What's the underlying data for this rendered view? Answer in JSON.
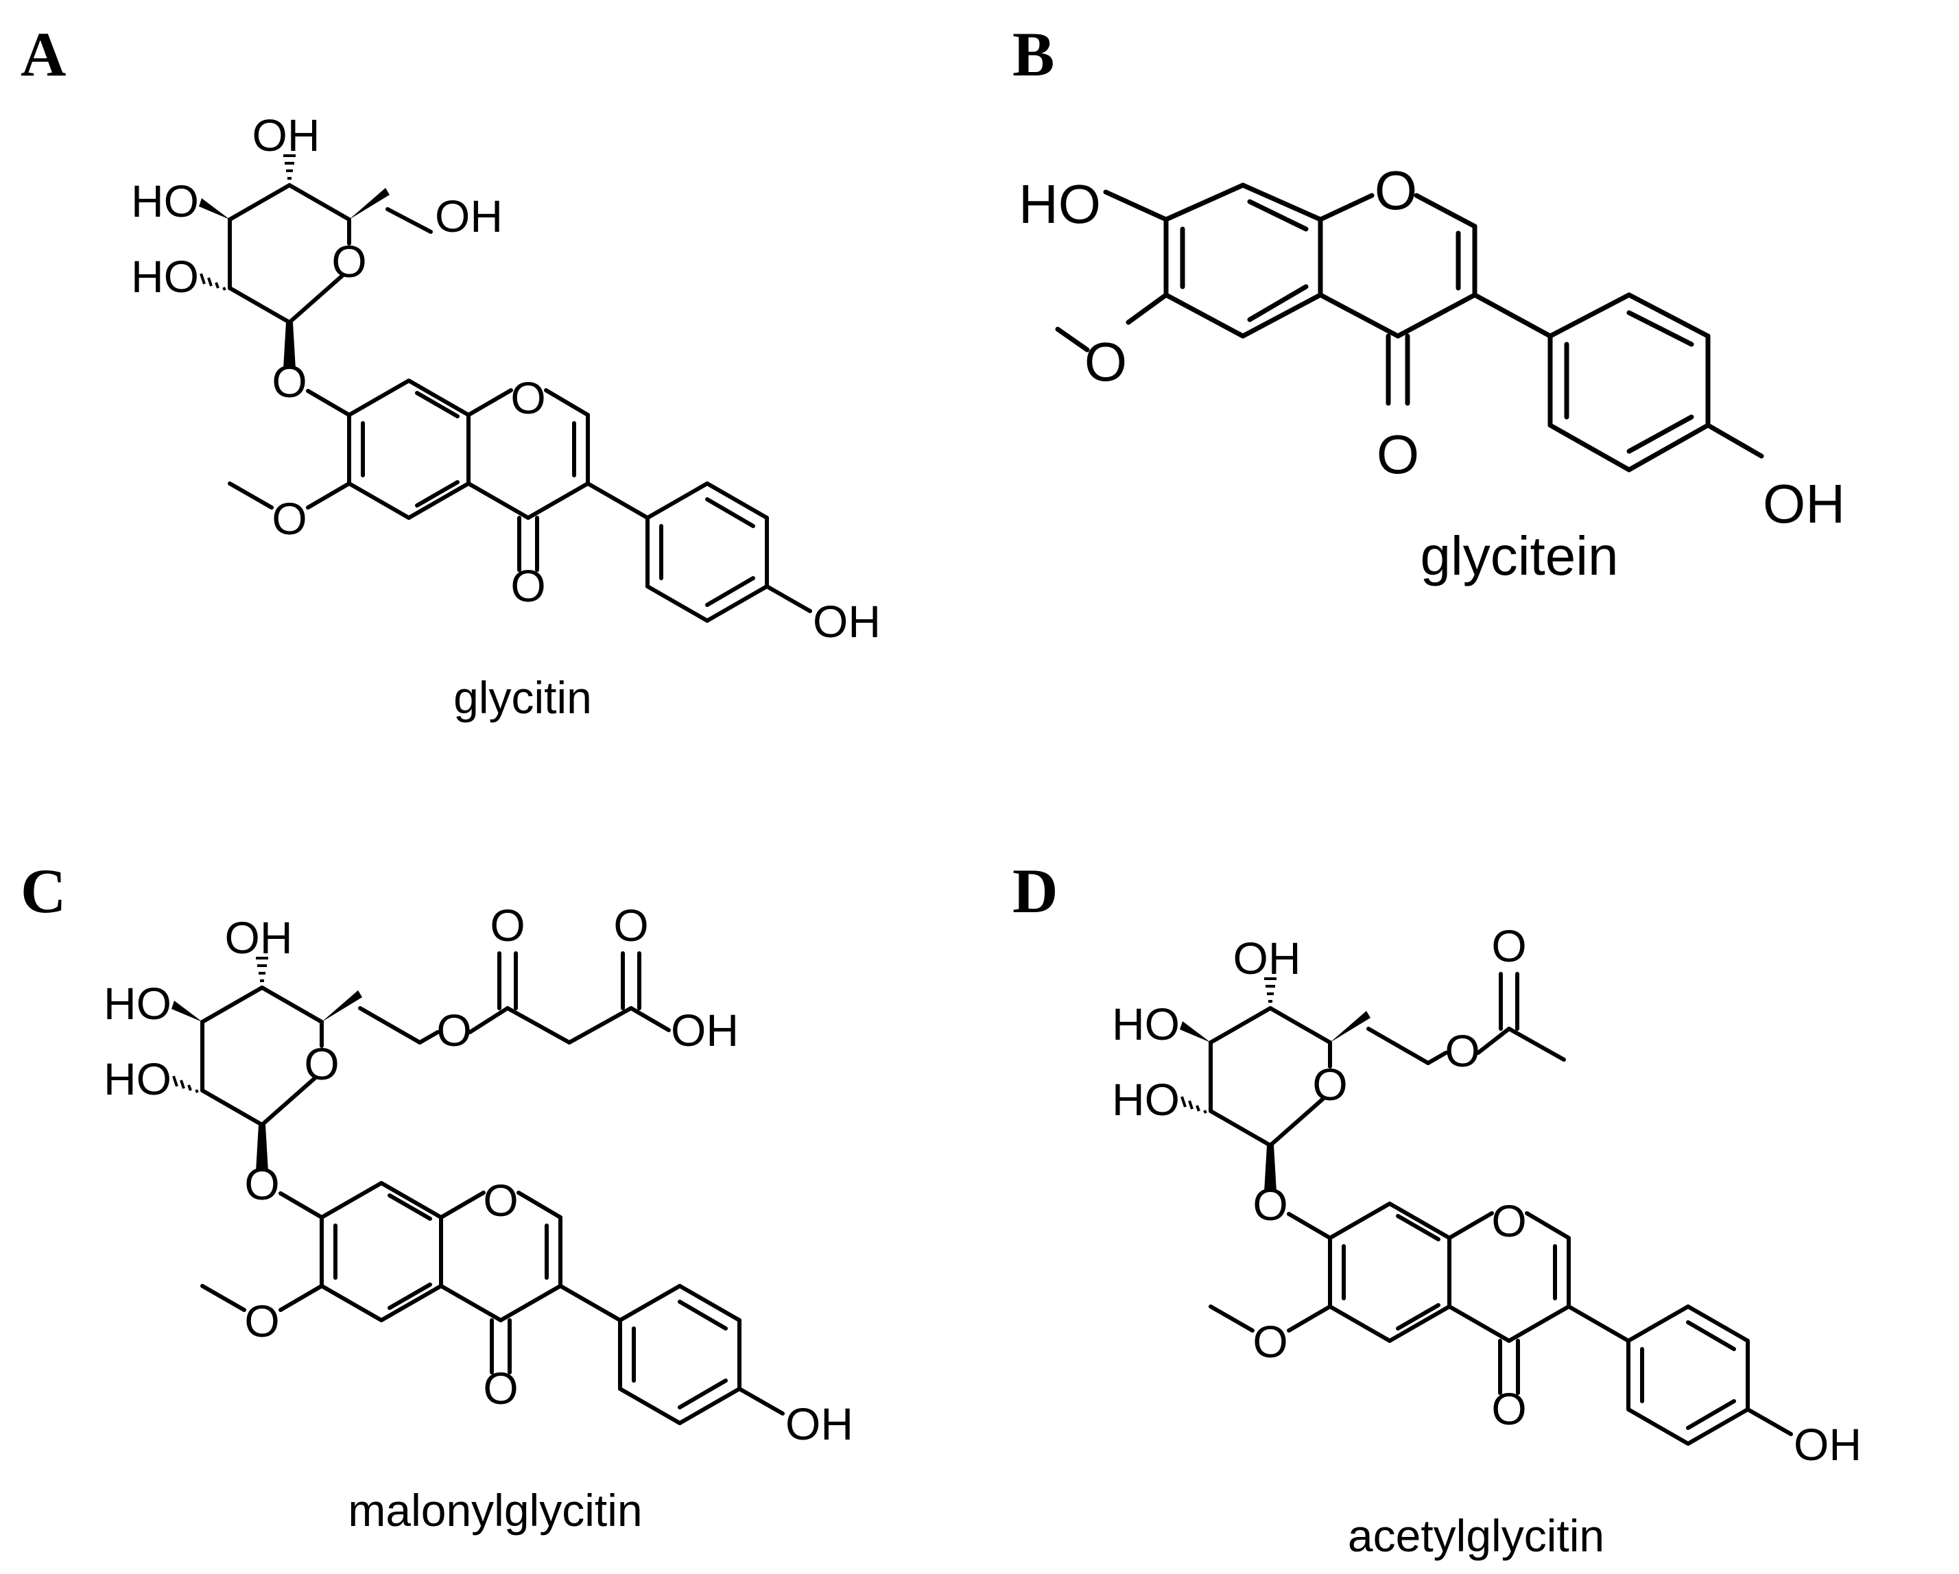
{
  "panels": [
    {
      "id": "A",
      "label": "A",
      "compound": "glycitin"
    },
    {
      "id": "B",
      "label": "B",
      "compound": "glycitein"
    },
    {
      "id": "C",
      "label": "C",
      "compound": "malonylglycitin"
    },
    {
      "id": "D",
      "label": "D",
      "compound": "acetylglycitin"
    }
  ],
  "atoms": {
    "oh": "OH",
    "ho": "HO",
    "o": "O"
  }
}
